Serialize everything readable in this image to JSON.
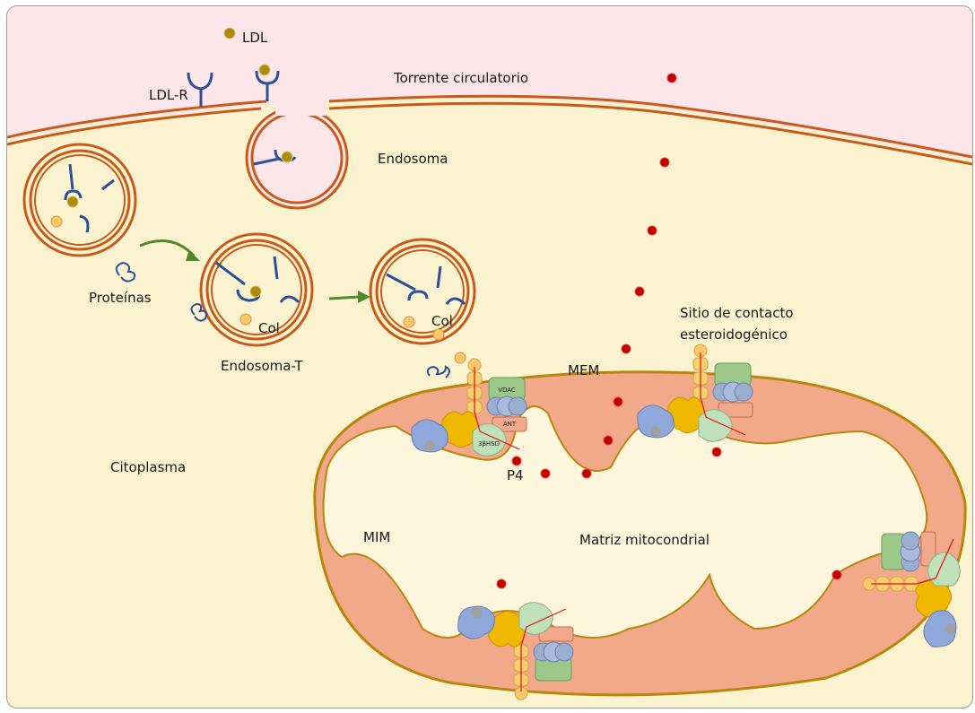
{
  "labels": {
    "ldl": "LDL",
    "ldl_r": "LDL-R",
    "bloodstream": "Torrente circulatorio",
    "endosome": "Endosoma",
    "proteins": "Proteínas",
    "col_1": "Col",
    "col_2": "Col",
    "endosome_t": "Endosoma-T",
    "contact_site_line1": "Sitio de contacto",
    "contact_site_line2": "esteroidogénico",
    "mem": "MEM",
    "p4": "P4",
    "cytoplasm": "Citoplasma",
    "mim": "MIM",
    "matrix": "Matriz mitocondrial"
  },
  "protein_labels": {
    "vdac": "VDAC",
    "ant": "ANT",
    "hsd": "3βHSD"
  },
  "colors": {
    "extracellular": "#fde6ea",
    "cytoplasm": "#fbf3cf",
    "membrane": "#c85a1a",
    "intermembrane_space": "#f2a98a",
    "mito_outline": "#b8860b",
    "receptor": "#2b4f9a",
    "ldl": "#b08a10",
    "cholesterol": "#f9c86a",
    "progesterone": "#c00000",
    "arrow": "#4f8a2a"
  }
}
